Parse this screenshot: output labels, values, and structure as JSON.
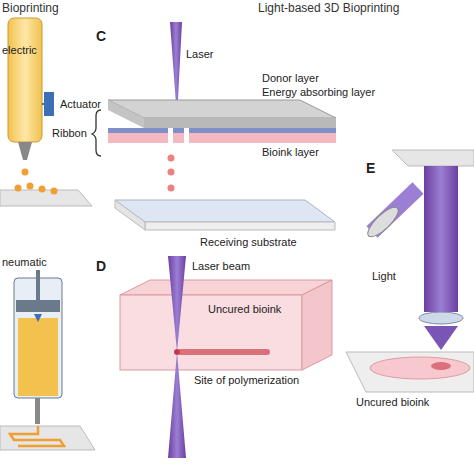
{
  "diagram": {
    "labels": [
      "Bioprinting",
      "electric",
      "Actuator",
      "neumatic",
      "Light-based 3D Bioprinting",
      "C",
      "Laser",
      "Donor layer",
      "Energy absorbing layer",
      "Ribbon",
      "Bioink layer",
      "Receiving substrate",
      "D",
      "Laser beam",
      "Uncured bioink",
      "Site of polymerization",
      "E",
      "Light",
      "Uncured bioink"
    ]
  }
}
